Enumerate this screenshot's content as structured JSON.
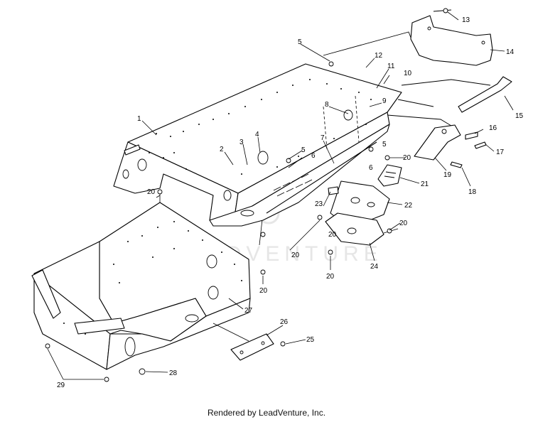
{
  "watermark": "LEADVENTURE",
  "caption": "Rendered by LeadVenture, Inc.",
  "callouts": [
    "1",
    "2",
    "3",
    "4",
    "5",
    "5",
    "5",
    "6",
    "6",
    "7",
    "8",
    "9",
    "10",
    "11",
    "12",
    "13",
    "14",
    "15",
    "16",
    "17",
    "18",
    "19",
    "20",
    "20",
    "20",
    "20",
    "20",
    "20",
    "20",
    "21",
    "22",
    "23",
    "24",
    "25",
    "26",
    "27",
    "28",
    "29"
  ]
}
